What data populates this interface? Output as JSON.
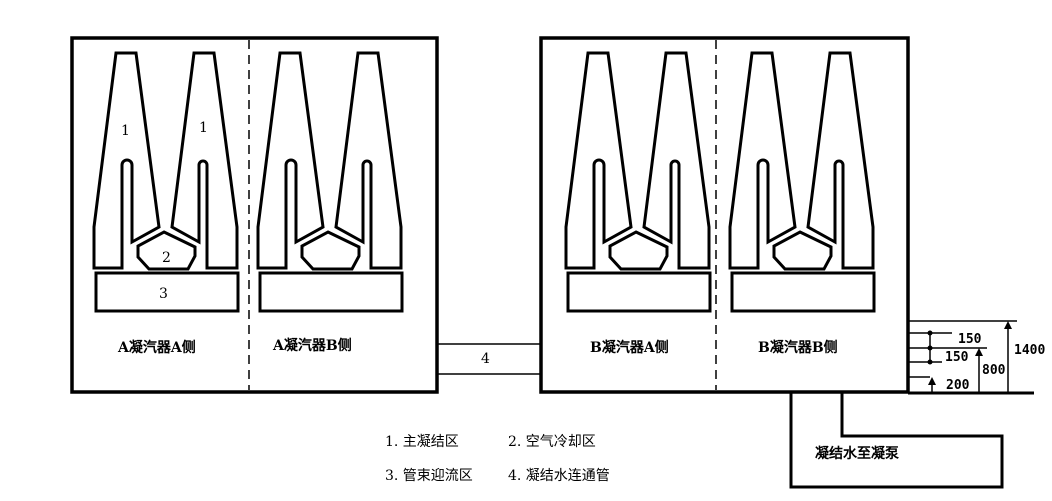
{
  "units": [
    {
      "label": "A凝汽器A侧"
    },
    {
      "label": "A凝汽器B侧"
    },
    {
      "label": "B凝汽器A侧"
    },
    {
      "label": "B凝汽器B侧"
    }
  ],
  "zone_numbers": {
    "main": "1",
    "air_cooling": "2",
    "inflow": "3",
    "pipe": "4"
  },
  "legend": [
    "1. 主凝结区",
    "2. 空气冷却区",
    "3. 管束迎流区",
    "4. 凝结水连通管"
  ],
  "pump_label": "凝结水至凝泵",
  "dimensions": {
    "d1": "150",
    "d2": "150",
    "d3": "800",
    "d4": "200",
    "d5": "1400"
  }
}
